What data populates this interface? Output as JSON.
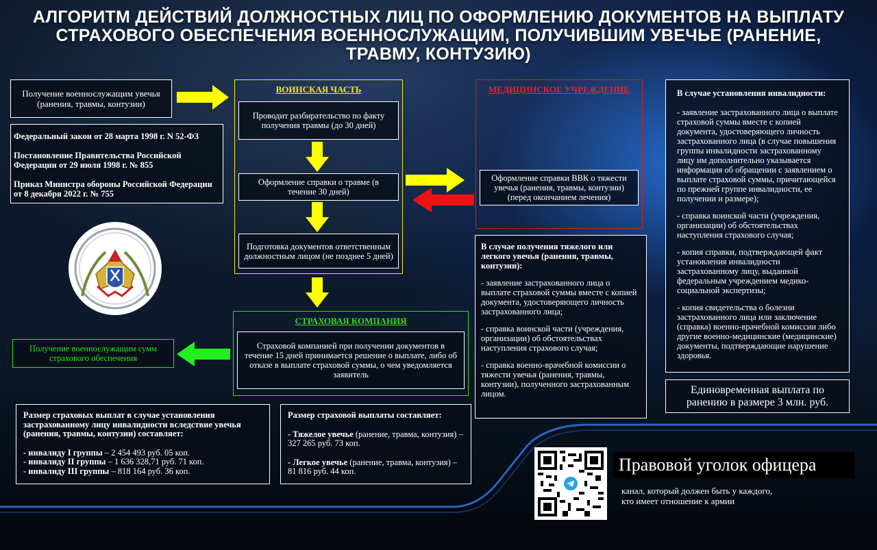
{
  "title": "АЛГОРИТМ ДЕЙСТВИЙ ДОЛЖНОСТНЫХ ЛИЦ ПО ОФОРМЛЕНИЮ ДОКУМЕНТОВ НА ВЫПЛАТУ СТРАХОВОГО ОБЕСПЕЧЕНИЯ ВОЕННОСЛУЖАЩИМ, ПОЛУЧИВШИМ УВЕЧЬЕ (РАНЕНИЕ, ТРАВМУ, КОНТУЗИЮ)",
  "start_box": "Получение военнослужащим увечья (ранения, травмы, контузии)",
  "legal": {
    "law1": "Федеральный закон от 28 марта 1998 г. N 52-ФЗ",
    "law2": "Постановление Правительства Российской Федерации от 29 июля 1998 г. № 855",
    "law3": "Приказ Министра обороны Российской Федерации от 8 декабря 2022 г. № 755"
  },
  "military_unit": {
    "header": "ВОИНСКАЯ ЧАСТЬ",
    "step1": "Проводит разбирательство по факту получения травмы (до 30 дней)",
    "step2": "Оформление справки о травме (в течение 30 дней)",
    "step3": "Подготовка документов ответственным должностным лицом (не позднее 5 дней)"
  },
  "medical": {
    "header": "МЕДИЦИНСКОЕ УЧРЕЖДЕНИЕ",
    "step": "Оформление справки ВВК о тяжести увечья (ранения, травмы, контузии) (перед окончанием лечения)"
  },
  "insurance": {
    "header": "СТРАХОВАЯ КОМПАНИЯ",
    "step": "Страховой компанией при получении документов в течение 15 дней принимается решение о выплате, либо об отказе в выплате страховой суммы, о чем уведомляется заявитель"
  },
  "result_box": "Получение военнослужащим сумм страхового обеспечения",
  "injury_docs": {
    "heading": "В случае получения тяжелого или легкого увечья (ранения, травмы, контузии):",
    "items": [
      "- заявление застрахованного лица о выплате страховой суммы вместе с копией документа, удостоверяющего личность застрахованного лица;",
      "- справка воинской части (учреждения, организации) об обстоятельствах наступления страхового случая;",
      "- справка военно-врачебной комиссии о тяжести увечья (ранения, травмы, контузии), полученного застрахованным лицом."
    ]
  },
  "disability_docs": {
    "heading": "В случае установления инвалидности:",
    "items": [
      "- заявление застрахованного лица о выплате страховой суммы вместе с копией документа, удостоверяющего личность застрахованного лица (в случае повышения группы инвалидности застрахованному лицу им дополнительно указывается информация об обращении с заявлением о выплате страховой суммы, причитающейся по прежней группе инвалидности, ее получении и размере);",
      "- справка воинской части (учреждения, организации) об обстоятельствах наступления страхового случая;",
      "- копия справки, подтверждающей факт установления инвалидности застрахованному лицу, выданной федеральным учреждением медико-социальной экспертизы;",
      "- копия свидетельства о болезни застрахованного лица или заключение (справка) военно-врачебной комиссии либо другие военно-медицинские (медицинские) документы, подтверждающие нарушение здоровья."
    ]
  },
  "lump_sum": "Единовременная выплата по ранению в размере 3 млн. руб.",
  "disability_pay": {
    "heading": "Размер страховых выплат в случае установления застрахованному лицу инвалидности вследствие увечья (ранения, травмы, контузии) составляет:",
    "g1_label": "- инвалиду I группы",
    "g1_value": " – 2 454 493 руб. 05 коп.",
    "g2_label": "- инвалиду II группы",
    "g2_value": " – 1 636 328,71 руб. 71 коп.",
    "g3_label": "- инвалиду III группы",
    "g3_value": " – 818 164 руб. 36 коп."
  },
  "injury_pay": {
    "heading": "Размер страховой выплаты составляет:",
    "heavy_label": "- Тяжелое увечье",
    "heavy_value": " (ранение, травма, контузия) – 327 265 руб. 73 коп.",
    "light_label": "- Легкое увечье",
    "light_value": " (ранение, травма, контузия) – 81 816 руб. 44 коп."
  },
  "channel": {
    "name": "Правовой уголок офицера",
    "tagline_1": "канал, который должен быть у каждого,",
    "tagline_2": "кто имеет отношение к армии"
  },
  "colors": {
    "military": "#f2ea1c",
    "medical": "#d41c1c",
    "insurance": "#33dd22",
    "arrow_yellow": "#ffff00",
    "arrow_red": "#ee1111",
    "arrow_green": "#22ee22"
  },
  "icons": [
    "emblem-icon",
    "qr-code-icon",
    "telegram-icon"
  ]
}
